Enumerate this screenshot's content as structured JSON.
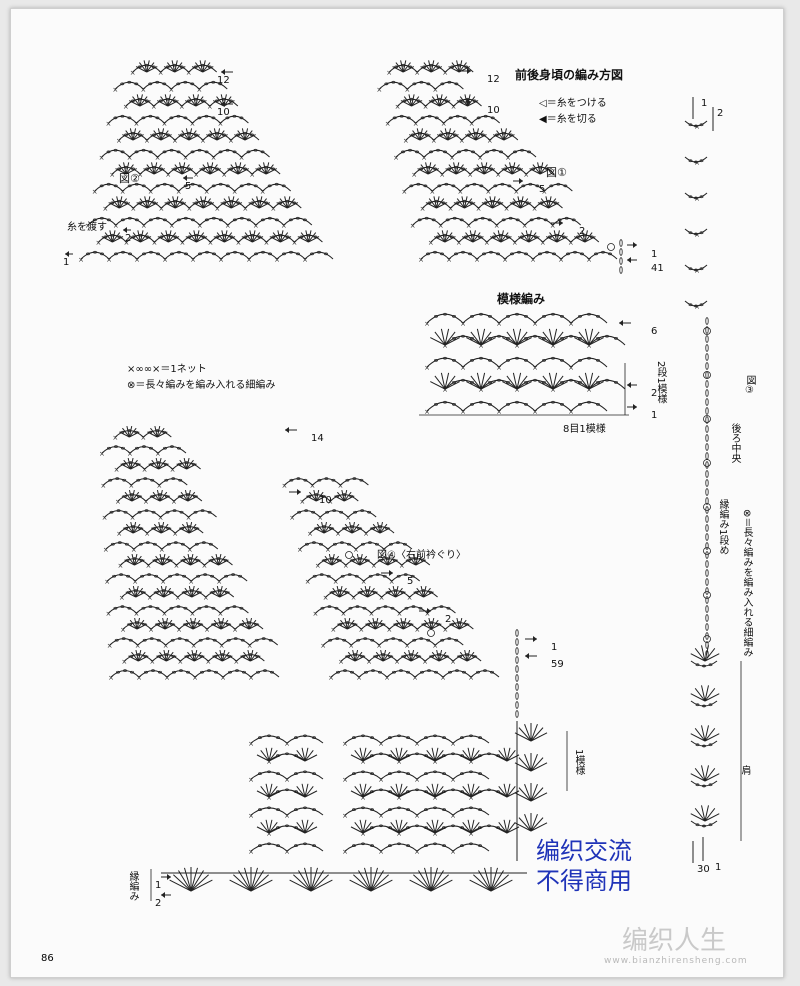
{
  "header": {
    "title": "前後身頃の編み方図",
    "legend_attach": "◁＝糸をつける",
    "legend_cut": "◀＝糸を切る"
  },
  "labels": {
    "fig1": "図①",
    "fig2": "図②",
    "fig3": "図③",
    "fig4": "図④〈右前衿ぐり〉",
    "pattern": "模様編み",
    "pass_yarn": "糸を渡す",
    "net": "×∞∞×＝1ネット",
    "long_stitch": "⊗＝長々編みを編み入れる細編み",
    "rows_per_repeat": "2段1模様",
    "stitches_per_repeat": "8目1模様",
    "one_repeat": "1模様",
    "edging": "縁編み",
    "back_center": "後ろ中央",
    "edging_row1": "縁編み1段め",
    "long_stitch_vertical": "⊗＝長々編みを編み入れる細編み",
    "shoulder": "肩",
    "page_number": "86"
  },
  "row_numbers": {
    "fig1": [
      "12",
      "10",
      "5",
      "2",
      "1",
      "41"
    ],
    "fig2": [
      "12",
      "10",
      "5",
      "2",
      "1"
    ],
    "pattern": [
      "6",
      "2",
      "1"
    ],
    "fig3": [
      "1",
      "2",
      "1",
      "30"
    ],
    "fig4": [
      "14",
      "10",
      "5",
      "2",
      "1",
      "59"
    ],
    "edging": [
      "1",
      "2"
    ]
  },
  "watermark": {
    "line1": "编织交流",
    "line2": "不得商用",
    "logo": "编织人生",
    "site": "www.bianzhirensheng.com"
  }
}
